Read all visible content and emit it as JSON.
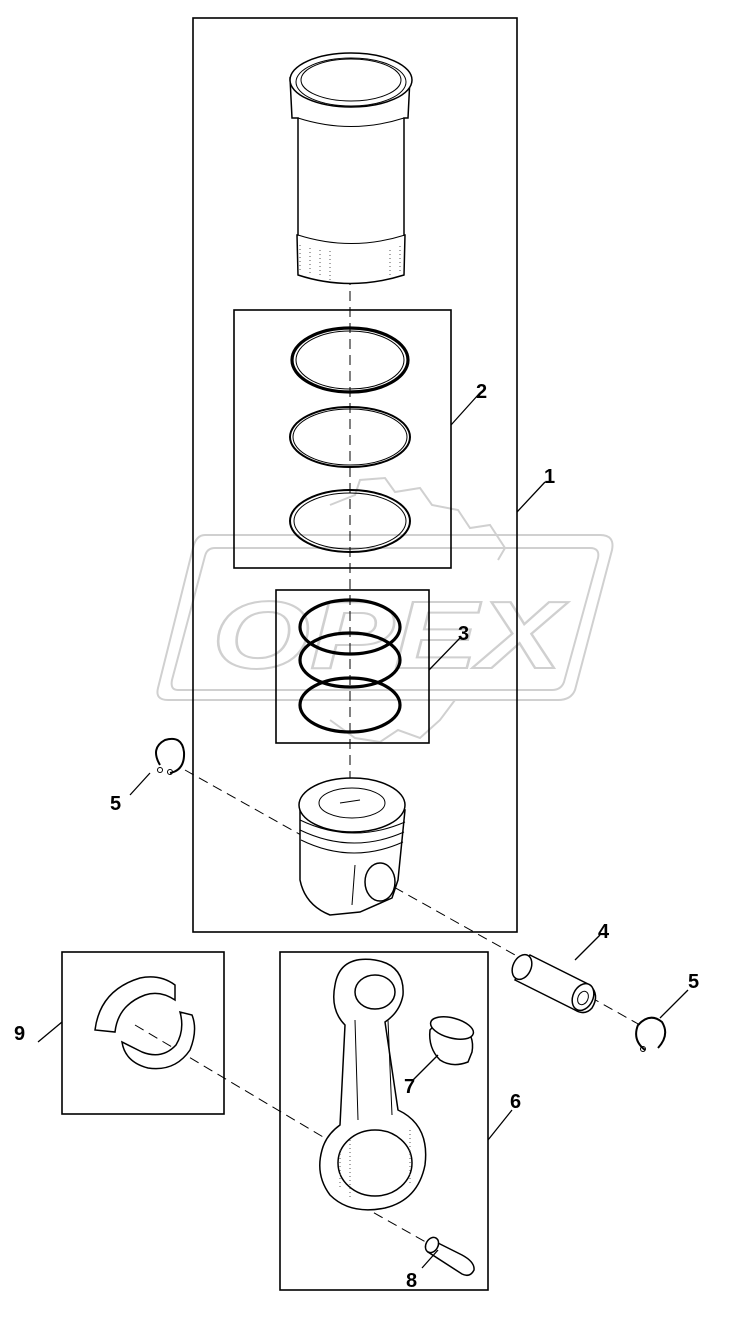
{
  "watermark": {
    "text": "OPEX"
  },
  "callouts": [
    {
      "id": "1",
      "label": "1"
    },
    {
      "id": "2",
      "label": "2"
    },
    {
      "id": "3",
      "label": "3"
    },
    {
      "id": "4",
      "label": "4"
    },
    {
      "id": "5a",
      "label": "5"
    },
    {
      "id": "5b",
      "label": "5"
    },
    {
      "id": "6",
      "label": "6"
    },
    {
      "id": "7",
      "label": "7"
    },
    {
      "id": "8",
      "label": "8"
    },
    {
      "id": "9",
      "label": "9"
    }
  ]
}
